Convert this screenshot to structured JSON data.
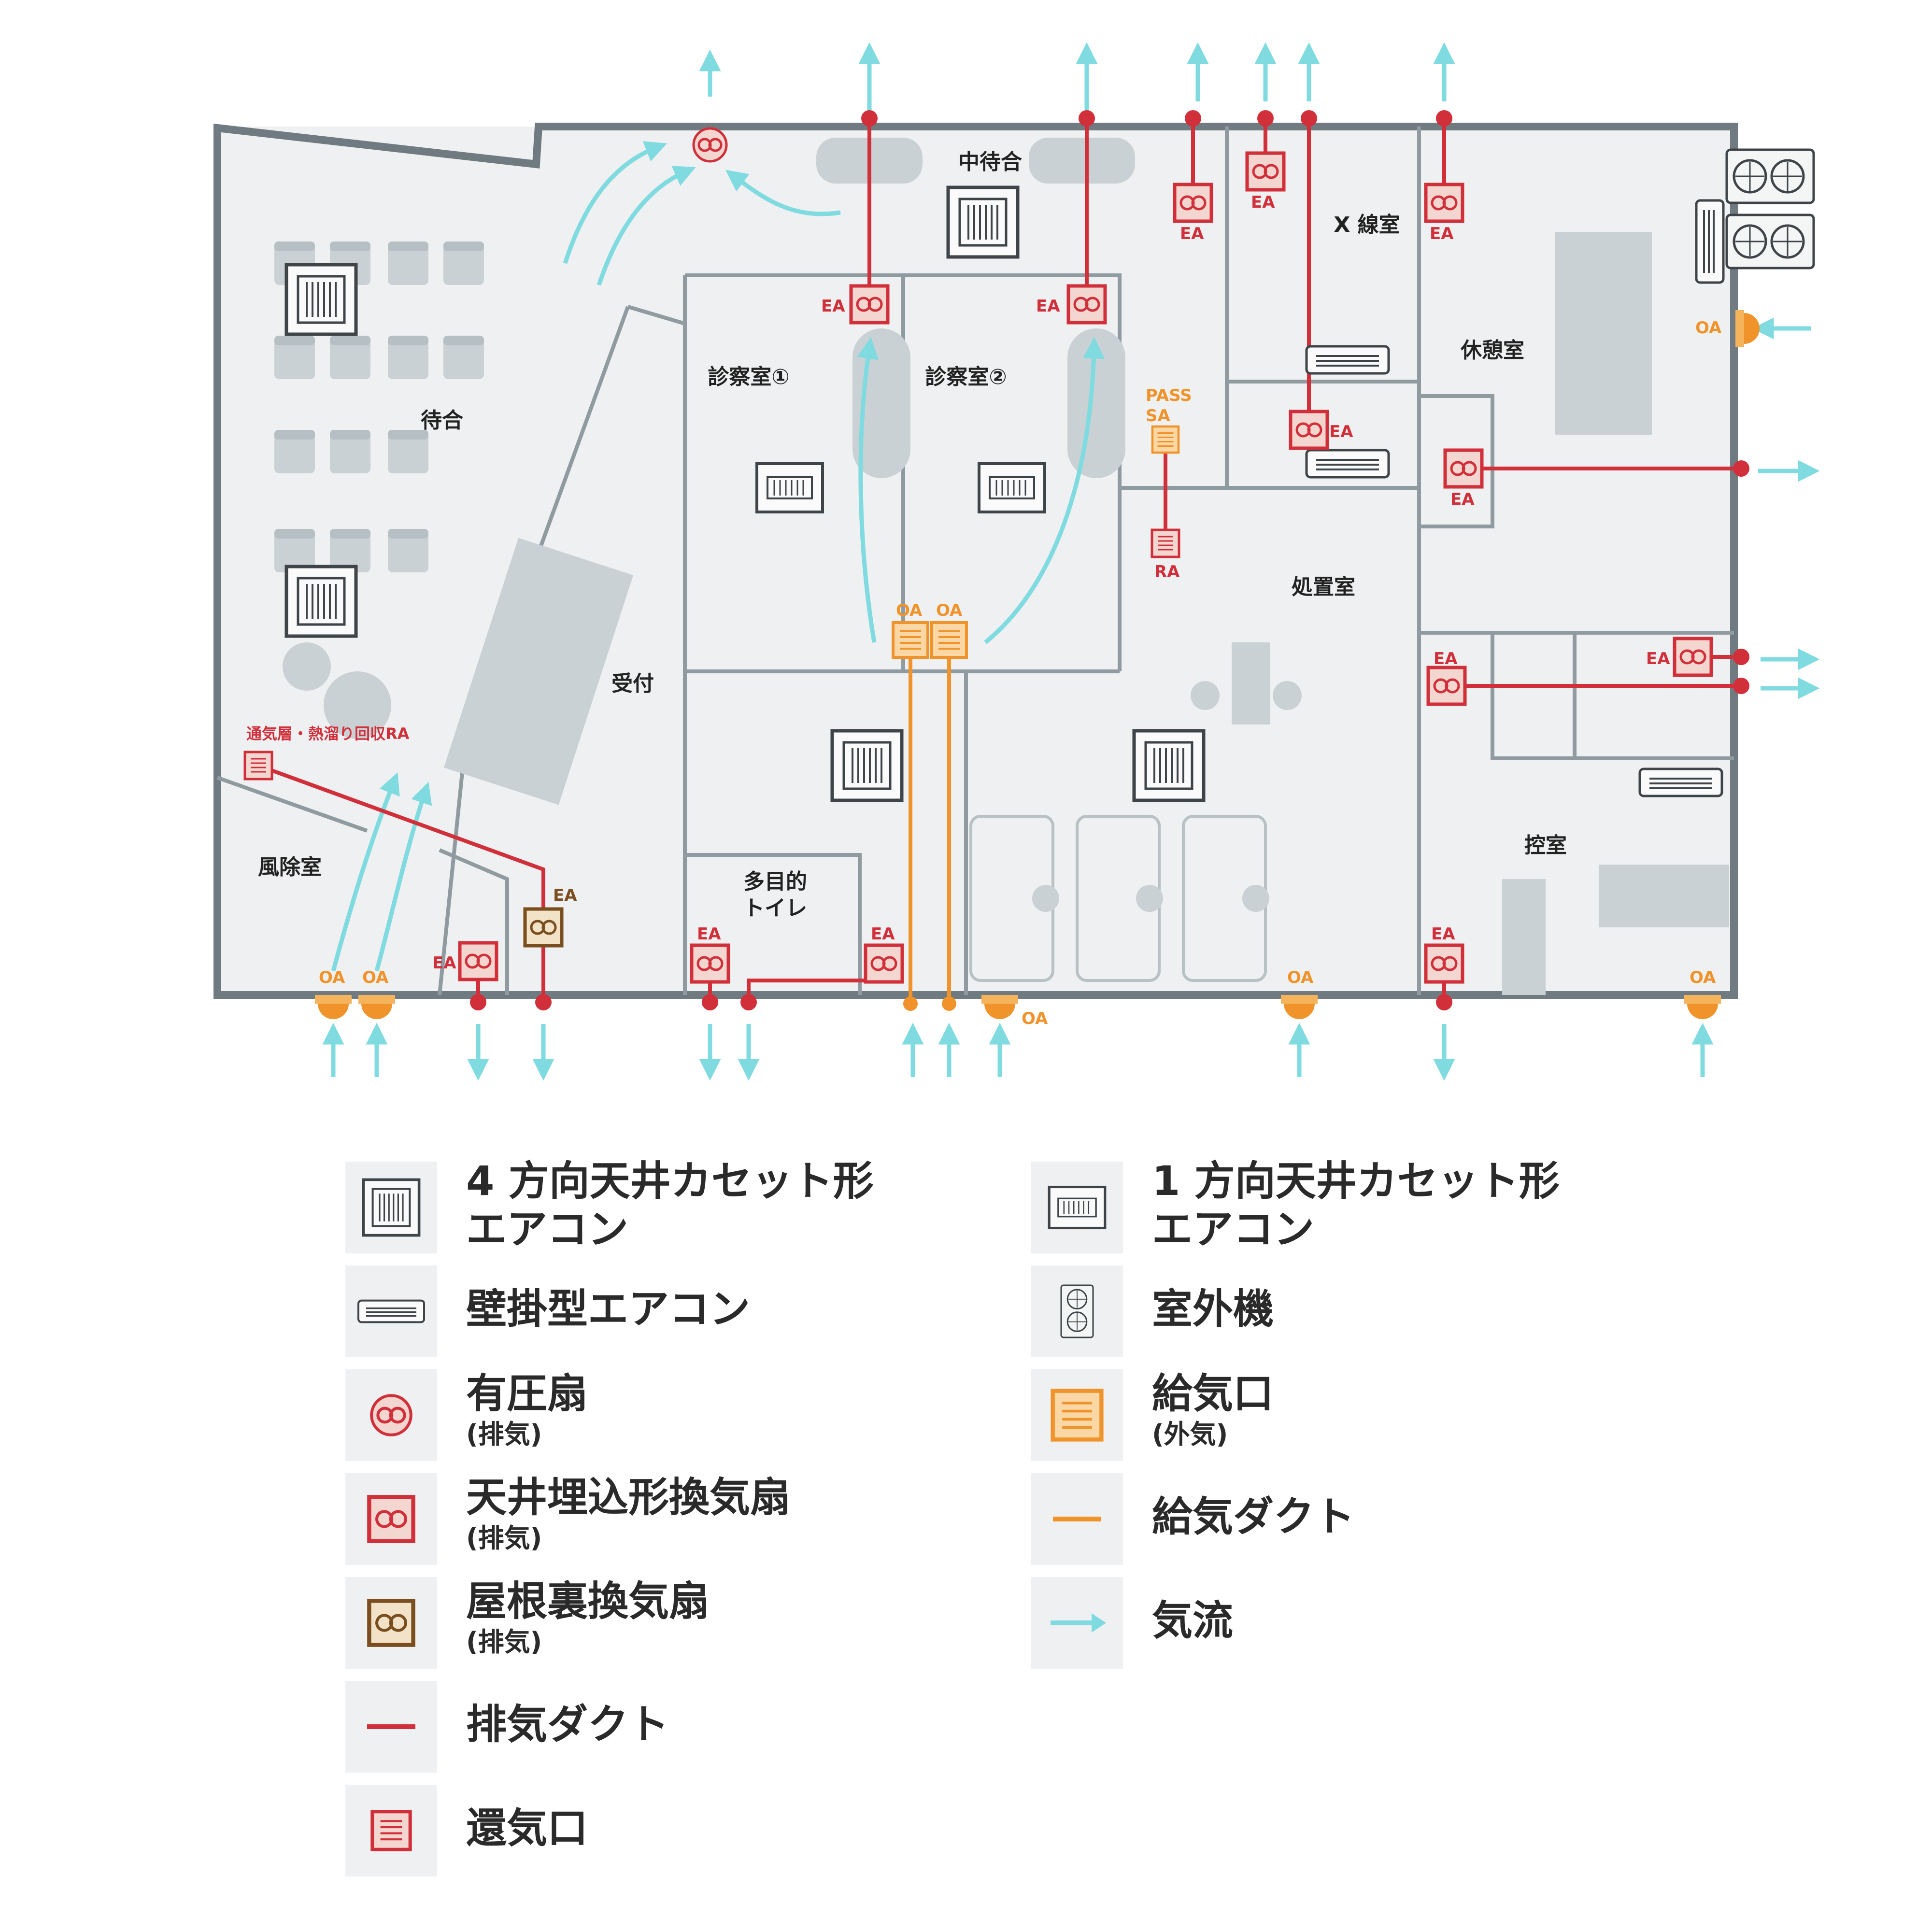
{
  "colors": {
    "wall": "#6f7b80",
    "floor": "#eef0f1",
    "exhaust": "#d12f3a",
    "supply": "#f0932b",
    "airflow": "#7fdbe0",
    "attic": "#7a4e1f"
  },
  "rooms": {
    "waiting": "待合",
    "inner_waiting": "中待合",
    "exam1": "診察室①",
    "exam2": "診察室②",
    "xray": "X 線室",
    "rest": "休憩室",
    "reception": "受付",
    "treatment": "処置室",
    "windbreak": "風除室",
    "toilet_l1": "多目的",
    "toilet_l2": "トイレ",
    "staff": "控室"
  },
  "tags": {
    "ea": "EA",
    "oa": "OA",
    "ra": "RA",
    "pass_l1": "PASS",
    "pass_l2": "SA",
    "vent_ra": "通気層・熱溜り回収RA"
  },
  "legend": {
    "cassette4_l1": "4 方向天井カセット形",
    "cassette4_l2": "エアコン",
    "cassette1_l1": "1 方向天井カセット形",
    "cassette1_l2": "エアコン",
    "wall_ac": "壁掛型エアコン",
    "outdoor": "室外機",
    "pressure_fan": "有圧扇",
    "pressure_fan_sub": "(排気)",
    "supply_port": "給気口",
    "supply_port_sub": "(外気)",
    "ceiling_fan": "天井埋込形換気扇",
    "ceiling_fan_sub": "(排気)",
    "supply_duct": "給気ダクト",
    "attic_fan": "屋根裏換気扇",
    "attic_fan_sub": "(排気)",
    "airflow": "気流",
    "exhaust_duct": "排気ダクト",
    "return_port": "還気口"
  }
}
